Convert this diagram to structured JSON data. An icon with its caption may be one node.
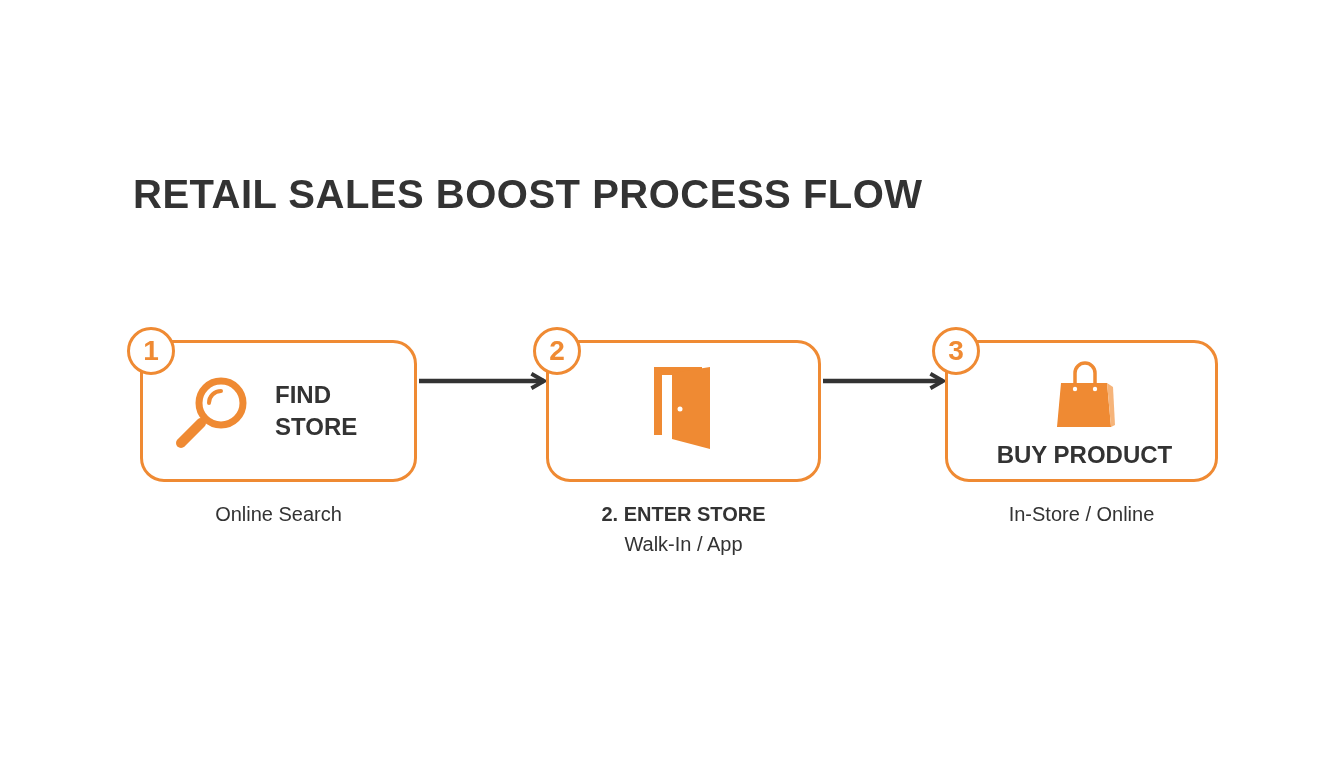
{
  "diagram": {
    "title": "RETAIL SALES BOOST PROCESS FLOW",
    "nodes": [
      {
        "text": [
          "1",
          "FIND STORE"
        ],
        "beside": [
          "Online Search"
        ]
      },
      {
        "text": [
          "2"
        ],
        "beside": [
          "2. ENTER STORE",
          "Walk-In / App"
        ]
      },
      {
        "text": [
          "3",
          "BUY PRODUCT"
        ],
        "beside": [
          "In-Store / Online"
        ]
      }
    ],
    "edges": [
      {
        "from": 0,
        "to": 1,
        "arrow": "to"
      },
      {
        "from": 1,
        "to": 2,
        "arrow": "to"
      }
    ]
  }
}
